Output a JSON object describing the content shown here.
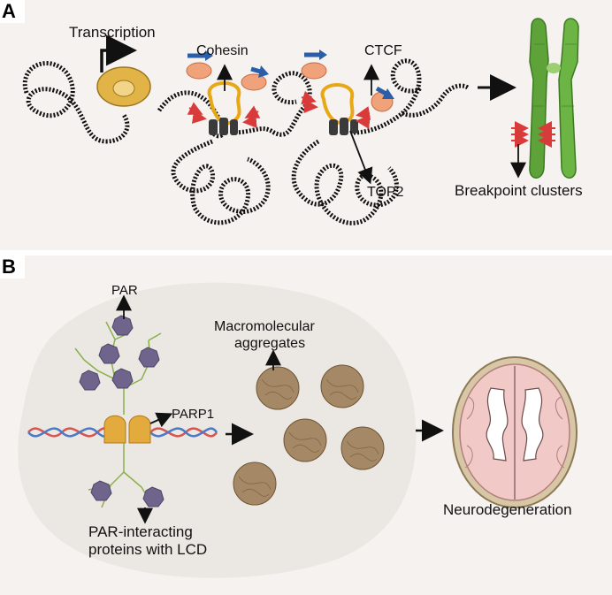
{
  "panel_a": {
    "letter": "A",
    "labels": {
      "transcription": "Transcription",
      "cohesin": "Cohesin",
      "ctcf": "CTCF",
      "top2": "TOP2",
      "breakpoints": "Breakpoint clusters"
    }
  },
  "panel_b": {
    "letter": "B",
    "labels": {
      "par": "PAR",
      "parp1": "PARP1",
      "aggregates_line1": "Macromolecular",
      "aggregates_line2": "aggregates",
      "lcd_line1": "PAR-interacting",
      "lcd_line2": "proteins with LCD",
      "neuro": "Neurodegeneration"
    }
  },
  "colors": {
    "panel_bg": "#f6f2ef",
    "blob_bg": "#ebe7e3",
    "polymerase": "#e2b448",
    "cohesin_ring": "#e8a816",
    "ctcf": "#f0a27a",
    "arrow_blue": "#2b5ea8",
    "chromosome": "#5ea33a",
    "red_arrow": "#d93b3b",
    "parp1": "#e3aa3e",
    "protein": "#6e648c",
    "aggregate": "#a58865"
  }
}
